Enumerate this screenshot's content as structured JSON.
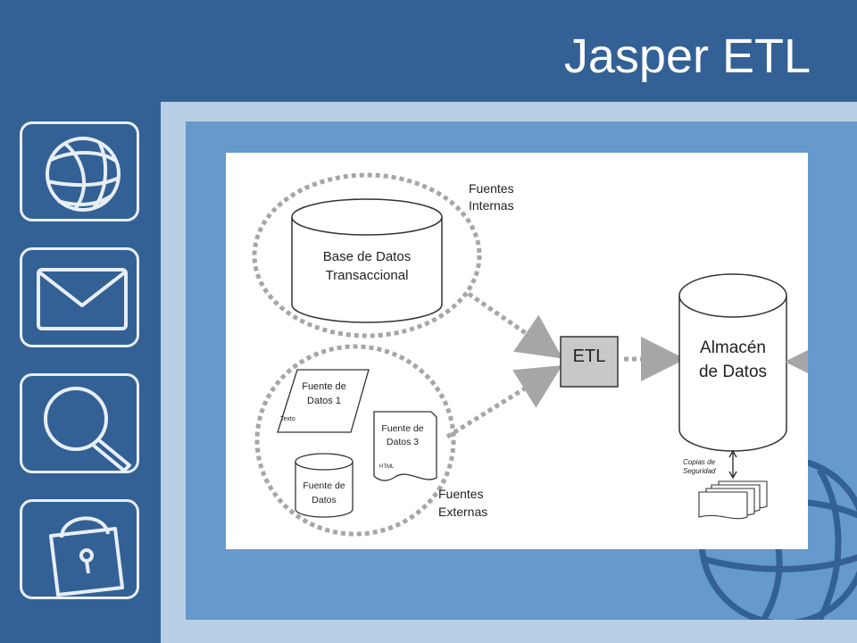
{
  "header": {
    "title": "Jasper ETL"
  },
  "sidebar": {
    "icons": [
      "globe-icon",
      "mail-icon",
      "search-icon",
      "lock-icon"
    ]
  },
  "diagram": {
    "internal_sources_label": [
      "Fuentes",
      "Internas"
    ],
    "transactional_db_label": [
      "Base de Datos",
      "Transaccional"
    ],
    "external_sources_label": [
      "Fuentes",
      "Externas"
    ],
    "data_source_1_label": [
      "Fuente de",
      "Datos 1"
    ],
    "data_source_1_tag": "Texto",
    "data_source_2_label": [
      "Fuente de",
      "Datos"
    ],
    "data_source_3_label": [
      "Fuente de",
      "Datos 3"
    ],
    "data_source_3_tag": "HTML",
    "etl_label": "ETL",
    "warehouse_label": [
      "Almacén",
      "de Datos"
    ],
    "backup_label": [
      "Copias de",
      "Seguridad"
    ]
  },
  "colors": {
    "header_bg": "#336196",
    "frame_bg": "#b9cfe6",
    "content_bg": "#6699cc",
    "etl_box": "#c8c8c8",
    "dotted_gray": "#a6a6a6"
  }
}
